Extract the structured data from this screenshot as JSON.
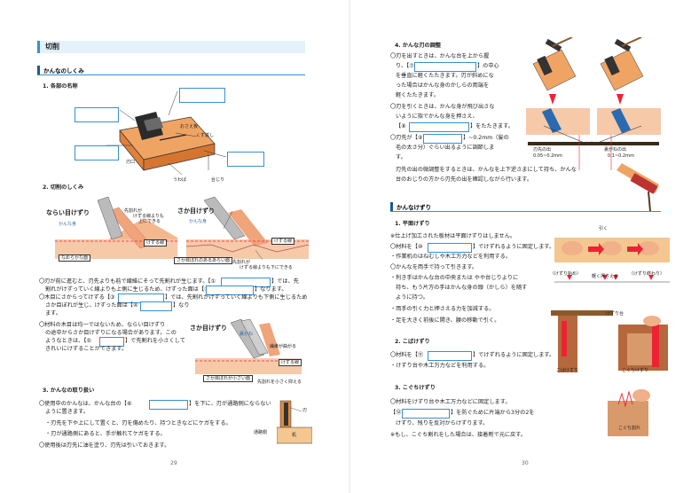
{
  "p29": {
    "header": "切削",
    "sec1": "かんなのしくみ",
    "h1": "1.  各部の名称",
    "parts": {
      "osae": "おさえ板",
      "kuzu": "くず返し",
      "hakuchi": "刃口",
      "uwaba": "うわば",
      "daijiri": "台じり"
    },
    "h2": "2.  切削のしくみ",
    "d2": {
      "narai_title": "ならい目けずり",
      "narai_sub": "かんな身",
      "sakame_title": "さか目けずり",
      "sakame_sub": "かんな身",
      "sakiwa1": "先割れが",
      "sakiwa2": "けずる線よりも",
      "sakiwa3": "上にできる",
      "kezuru1": "けずる線",
      "kezuru2": "けずる線",
      "nameraka": "なめらかな面",
      "sakame_men": "さか目ぼれのあるあらい面",
      "sakiwa_b1": "先割れが",
      "sakiwa_b2": "けずる線よりも下にできる"
    },
    "para1": [
      "〇刃が前に進むと、刃先よりも前で繊維にそって先割れが生じます。【①",
      "】では、先",
      "割れがけずっていく線よりも上側に生じるため、けずった面は【②",
      "】なります。",
      "〇木目にさからってけずる【③",
      "】では、先割れがけずっていく線よりも下側に生じるため",
      "さか目ぼれが生じ、けずった面は【④",
      "】なり",
      "ます。",
      "〇材料の木目は均一ではないため、ならい目けずり",
      "の途中からさか目けずりになる場合があります。この",
      "ようなときは、【⑤",
      "】で先割れを小さくして",
      "きれいにけずることができます。"
    ],
    "d3": {
      "title": "さか目けずり",
      "uragane": "裏がね",
      "kyokai": "繊維が曲がる",
      "kezuru": "けずる線",
      "small": "さか目ぼれが小さい面",
      "osaeru": "先割れを小さく抑える"
    },
    "h3": "3.  かんなの取り扱い",
    "para3": [
      "〇使用中のかんなは、かんな台の【⑥",
      "】を下に、刃が通路側にならない",
      "ように置きます。",
      "・刃先を下や上にして置くと、刃を傷めたり、持つときなどにケガをする。",
      "・刃が通路側にあると、手が触れてケガをする。",
      "〇使用後は刃先に油を塗り、刃先は引いておきます。"
    ],
    "d4": {
      "ha": "刃",
      "tsuro": "通路側",
      "tsukue": "机"
    },
    "page_num": "29"
  },
  "p30": {
    "h4": "4.  かんな刃の調整",
    "para4": [
      "〇刃を出すときは、かんな台を上から握",
      "り、【⑦",
      "】の中心",
      "を垂直に軽くたたきます。刃が斜めにな",
      "った場合はかんな身のかしらの両端を",
      "軽くたたきます。",
      "〇刃を引くときは、かんな身が飛び出さな",
      "いように指でかんな身を押さえ、",
      "【⑧",
      "】をたたきます。",
      "〇刃先が【⑨",
      "】~0.2mm（髪の",
      "毛の太さ分）ぐらい出るように調節しま",
      "す。",
      "刃先の出の微調整をするときは、かんなを上下逆さまにして持ち、かんな",
      "台のおじりの方から刃先の出を確認しながら行います。"
    ],
    "d5": {
      "hasaki": "刃先の出",
      "hasaki_v": "0.05~0.2mm",
      "ura": "裏がねの出",
      "ura_v": "0.1~0.2mm"
    },
    "sec2": "かんなけずり",
    "h5": "1.  平面けずり",
    "para5": [
      "※仕上げ加工された板材は平面けずりはしません。",
      "〇材料を【⑩",
      "】でけずれるように固定します。",
      "・作業机のはねむしや木工万力などを利用する。",
      "〇かんなを両手で持って引きます。",
      "・利き手はかんな台の中央または やや台じりよりに",
      "持ち、もう片方の手はかんな身の頭（かしら）を随す",
      "ように持つ。",
      "・両手の引く力と押さえる力を加減する。",
      "・足を大きく前後に開き、腰の移動で引く。"
    ],
    "d6": {
      "hiku": "引く",
      "start": "（けずり始め）",
      "mid": "軽く押さえる",
      "end": "（けずり終わり）"
    },
    "h6": "2.  こばけずり",
    "para6": [
      "〇材料を【⑪",
      "】でけずれるように固定します。",
      "・けずり台や木工万力などを利用する。"
    ],
    "d7": {
      "kezuridai": "けずり台",
      "koba": "こばけずり",
      "koguchi": "こぐちけずり"
    },
    "h7": "3.  こぐちけずり",
    "para7": [
      "〇材料をけずり台や木工万力などに固定します。",
      "【⑫",
      "】を防ぐために片端から3分の2を",
      "けずり、残りを反対からけずります。",
      "※もし、こぐち割れをした場合は、接着剤で元に戻す。"
    ],
    "d8": {
      "ware": "こぐち割れ"
    },
    "page_num": "30"
  }
}
